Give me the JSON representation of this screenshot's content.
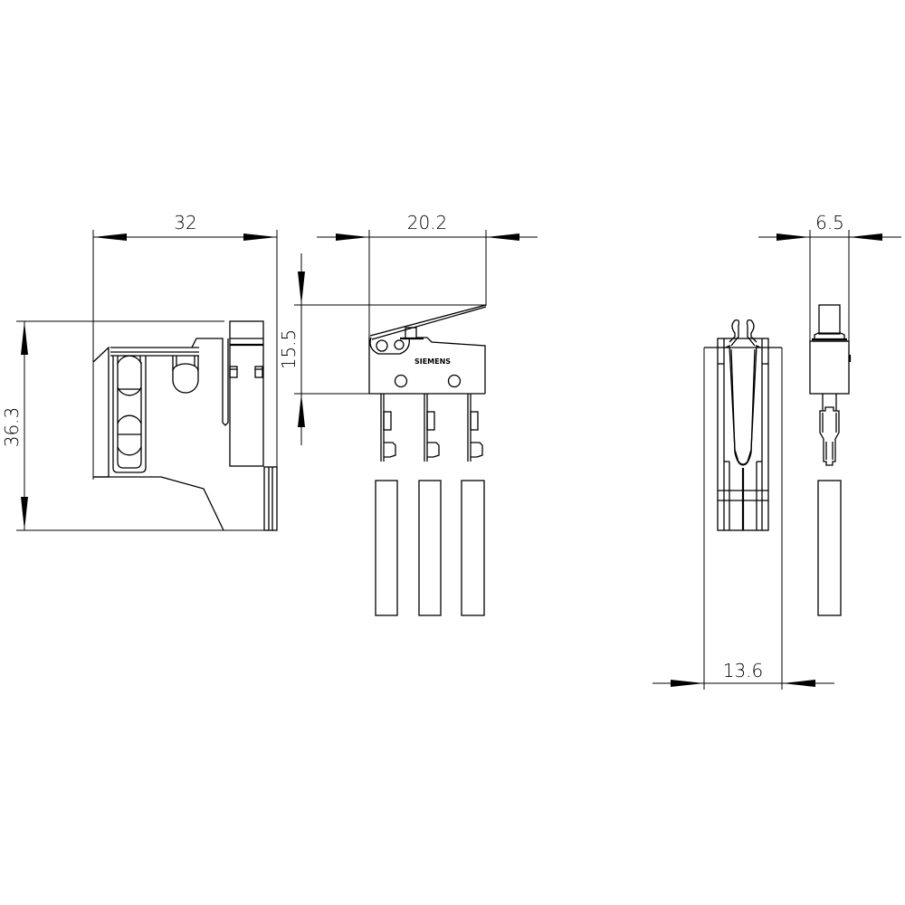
{
  "drawing": {
    "type": "technical-dimension-drawing",
    "subject": "Micro switch with lever, with flat connector sleeves",
    "brand_label": "SIEMENS",
    "units": "mm",
    "line_color": "#000000",
    "background_color": "#ffffff"
  },
  "views": {
    "side_view": {
      "name": "Side view (mounting)",
      "dimensions": {
        "width": "32",
        "height": "36.3"
      }
    },
    "front_view": {
      "name": "Front view (switch with lever)",
      "dimensions": {
        "width": "20.2",
        "height": "15.5"
      },
      "terminals_count": 3,
      "sleeves_count": 3
    },
    "end_view_assembly": {
      "name": "End view (mounting clip)",
      "dimensions": {
        "width": "13.6"
      }
    },
    "end_view_switch": {
      "name": "End view (switch)",
      "dimensions": {
        "width": "6.5"
      },
      "sleeves_count": 1
    }
  }
}
